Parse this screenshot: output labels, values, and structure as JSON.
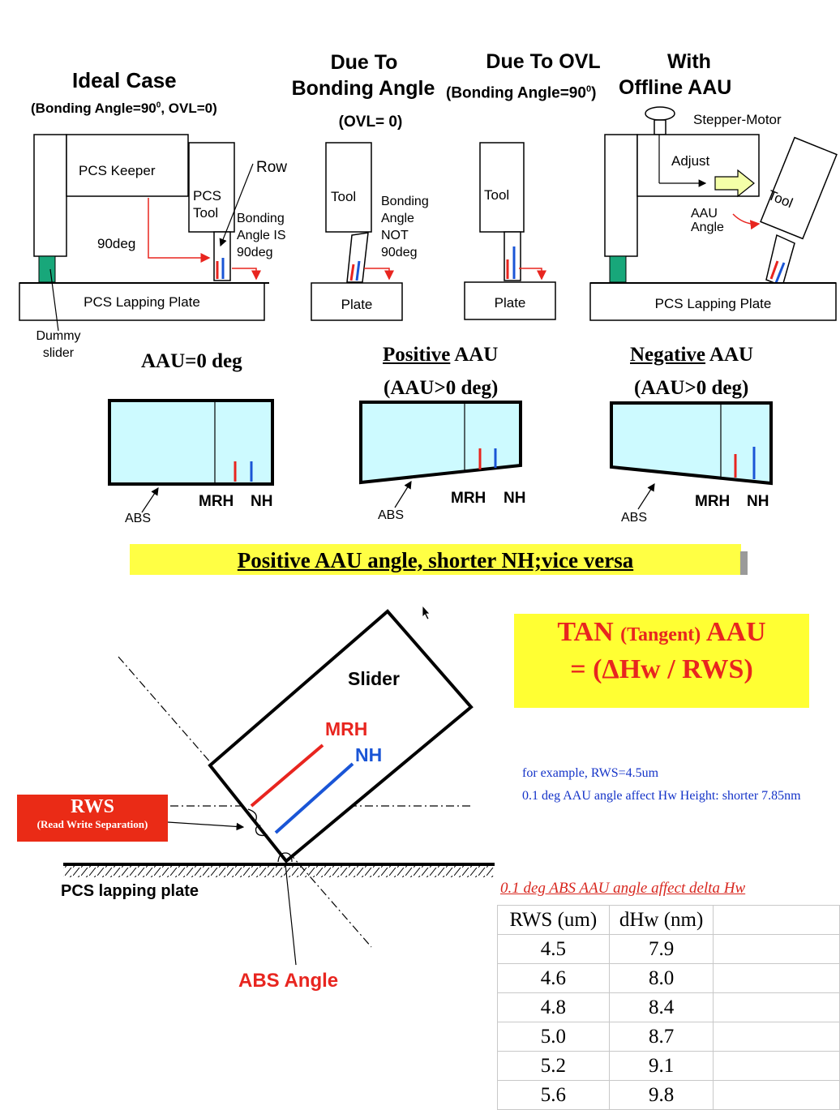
{
  "panels": {
    "ideal": {
      "title": "Ideal Case",
      "subtitle_pre": "(Bonding Angle=90",
      "subtitle_sup": "0",
      "subtitle_post": ", OVL=0)",
      "keeper": "PCS Keeper",
      "tool_line1": "PCS",
      "tool_line2": "Tool",
      "row": "Row",
      "deg90": "90deg",
      "bonding_line1": "Bonding",
      "bonding_line2": "Angle IS",
      "bonding_line3": "90deg",
      "plate": "PCS Lapping Plate",
      "dummy_line1": "Dummy",
      "dummy_line2": "slider"
    },
    "bonding": {
      "title_line1": "Due To",
      "title_line2": "Bonding Angle",
      "subtitle": "(OVL= 0)",
      "tool": "Tool",
      "note_line1": "Bonding",
      "note_line2": "Angle",
      "note_line3": "NOT",
      "note_line4": "90deg",
      "plate": "Plate"
    },
    "ovl": {
      "title": "Due To OVL",
      "subtitle_pre": "(Bonding Angle=90",
      "subtitle_sup": "0",
      "subtitle_post": ")",
      "tool": "Tool",
      "plate": "Plate"
    },
    "offline": {
      "title_line1": "With",
      "title_line2": "Offline AAU",
      "stepper": "Stepper-Motor",
      "adjust": "Adjust",
      "tool": "Tool",
      "aau_line1": "AAU",
      "aau_line2": "Angle",
      "plate": "PCS Lapping Plate"
    }
  },
  "aau_cases": [
    {
      "title": "AAU=0 deg",
      "sub": "",
      "abs": "ABS",
      "mrh": "MRH",
      "nh": "NH"
    },
    {
      "title_u": "Positive",
      "title_rest": " AAU",
      "sub": "(AAU>0 deg)",
      "abs": "ABS",
      "mrh": "MRH",
      "nh": "NH"
    },
    {
      "title_u": "Negative",
      "title_rest": " AAU",
      "sub": "(AAU>0 deg)",
      "abs": "ABS",
      "mrh": "MRH",
      "nh": "NH"
    }
  ],
  "banner": "Positive AAU angle, shorter NH;vice versa",
  "slider_diagram": {
    "slider": "Slider",
    "mrh": "MRH",
    "nh": "NH",
    "rws": "RWS",
    "rws_sub": "(Read Write Separation)",
    "plate": "PCS lapping plate",
    "abs_angle": "ABS Angle"
  },
  "tan_box": {
    "line1_a": "TAN ",
    "line1_b": "(Tangent)",
    "line1_c": " AAU",
    "line2": "= (ΔHw / RWS)"
  },
  "example": {
    "line1": "for example, RWS=4.5um",
    "line2": "0.1 deg AAU angle affect Hw Height: shorter 7.85nm"
  },
  "table": {
    "caption": "0.1 deg ABS AAU angle affect delta Hw",
    "headers": [
      "RWS (um)",
      "dHw (nm)",
      ""
    ],
    "rows": [
      [
        "4.5",
        "7.9",
        ""
      ],
      [
        "4.6",
        "8.0",
        ""
      ],
      [
        "4.8",
        "8.4",
        ""
      ],
      [
        "5.0",
        "8.7",
        ""
      ],
      [
        "5.2",
        "9.1",
        ""
      ],
      [
        "5.6",
        "9.8",
        ""
      ]
    ]
  },
  "colors": {
    "red": "#e8251f",
    "blue": "#1a55d6",
    "green": "#18a77a",
    "cyan": "#cdfaff",
    "yellow": "#ffff33",
    "arrow_fill": "#f4ffa8"
  }
}
